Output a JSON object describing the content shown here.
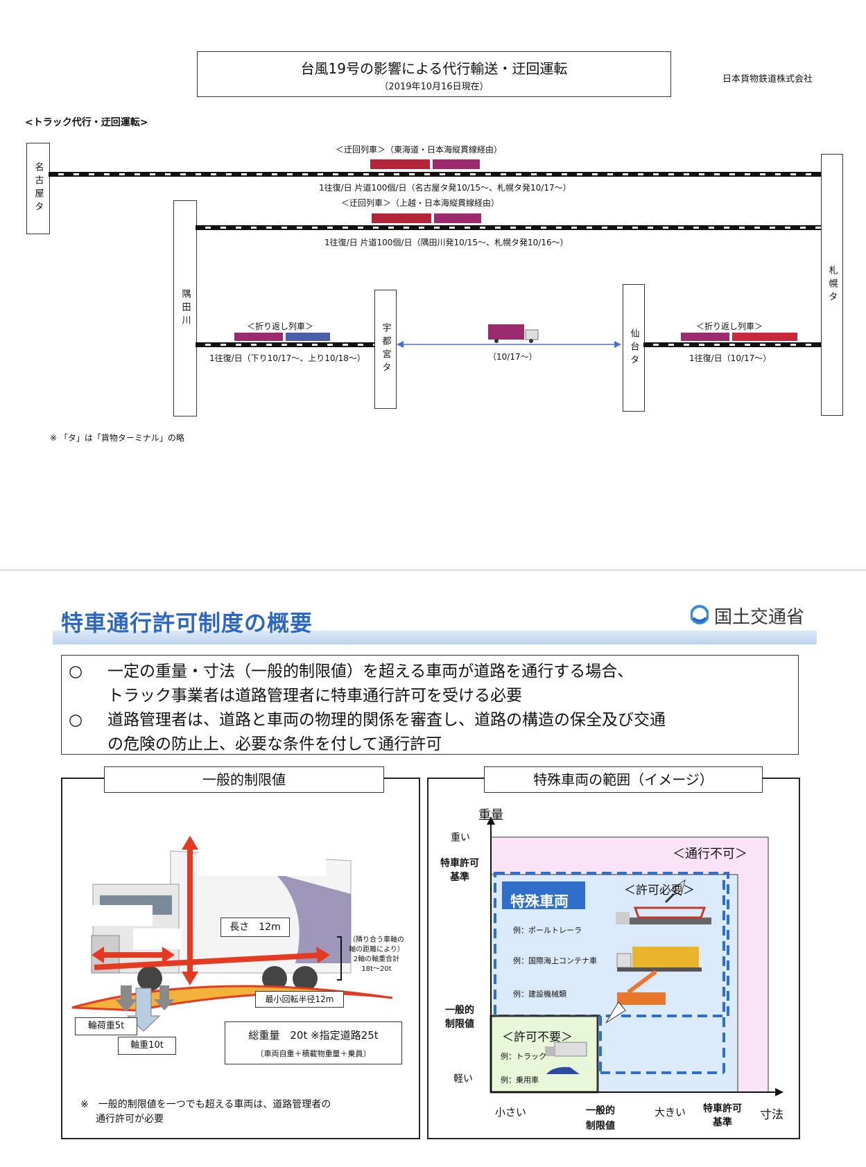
{
  "top": {
    "title": "台風19号の影響による代行輸送・迂回運転",
    "date": "（2019年10月16日現在）",
    "company": "日本貨物鉄道株式会社",
    "section": "<トラック代行・迂回運転>",
    "stations": {
      "nagoya": "名古屋タ",
      "sumidagawa": "隅田川",
      "utsunomiya": "宇都宮タ",
      "sendai": "仙台タ",
      "sapporo": "札幌タ"
    },
    "route1_title": "＜迂回列車＞（東海道・日本海縦貫線経由）",
    "route1_detail": "1往復/日 片道100個/日（名古屋タ発10/15～、札幌タ発10/17～）",
    "route2_title": "＜迂回列車＞（上越・日本海縦貫線経由）",
    "route2_detail": "1往復/日 片道100個/日（隅田川発10/15～、札幌タ発10/16～）",
    "shuttle_left_title": "＜折り返し列車＞",
    "shuttle_left_detail": "1往復/日（下り10/17～、上り10/18～）",
    "truck_detail": "（10/17～）",
    "shuttle_right_title": "＜折り返し列車＞",
    "shuttle_right_detail": "1往復/日（10/17～）",
    "note": "※ 「タ」は「貨物ターミナル」の略"
  },
  "bottom": {
    "heading": "特車通行許可制度の概要",
    "ministry": "国土交通省",
    "bullet_mark": "○",
    "bullet1_line1": "一定の重量・寸法（一般的制限値）を超える車両が道路を通行する場合、",
    "bullet1_line2": "トラック事業者は道路管理者に特車通行許可を受ける必要",
    "bullet2_line1": "道路管理者は、道路と車両の物理的関係を審査し、道路の構造の保全及び交通",
    "bullet2_line2": "の危険の防止上、必要な条件を付して通行許可",
    "left_panel": {
      "title": "一般的制限値",
      "length": "長さ　12m",
      "axle_note_1": "（隣り合う車軸の",
      "axle_note_2": "軸の距離により）",
      "axle_note_3": "2軸の軸重合計",
      "axle_note_4": "18t～20t",
      "turn_radius": "最小回転半径12m",
      "wheel_load": "輪荷重5t",
      "axle_load": "軸重10t",
      "gross_weight": "総重量　20t ※指定道路25t",
      "gross_detail": "〔車両自重＋積載物重量＋乗員〕",
      "note_line1": "※　一般的制限値を一つでも超える車両は、道路管理者の",
      "note_line2": "通行許可が必要"
    },
    "right_panel": {
      "title": "特殊車両の範囲（イメージ）",
      "y_axis": "重量",
      "y_heavy": "重い",
      "y_permit_line1": "特車許可",
      "y_permit_line2": "基準",
      "y_general_line1": "一般的",
      "y_general_line2": "制限値",
      "y_light": "軽い",
      "x_small": "小さい",
      "x_general_line1": "一般的",
      "x_general_line2": "制限値",
      "x_large": "大きい",
      "x_permit_line1": "特車許可",
      "x_permit_line2": "基準",
      "x_axis": "寸法",
      "prohibited": "＜通行不可＞",
      "special_vehicle": "特殊車両",
      "permit_required": "＜許可必要＞",
      "example1": "例：ポールトレーラ",
      "example2": "例：国際海上コンテナ車",
      "example3": "例：建設機械類",
      "no_permit": "＜許可不要＞",
      "example4": "例：トラック",
      "example5": "例：乗用車"
    }
  },
  "colors": {
    "heading_blue": "#2a67c7",
    "prohibited_pink": "#fbe3f7",
    "permit_blue": "#dbeafb",
    "no_permit_green": "#e9f7d9",
    "dash_blue": "#2f6fc9",
    "container_magenta": "#9c2a6e",
    "arrow_red": "#e53a22"
  }
}
